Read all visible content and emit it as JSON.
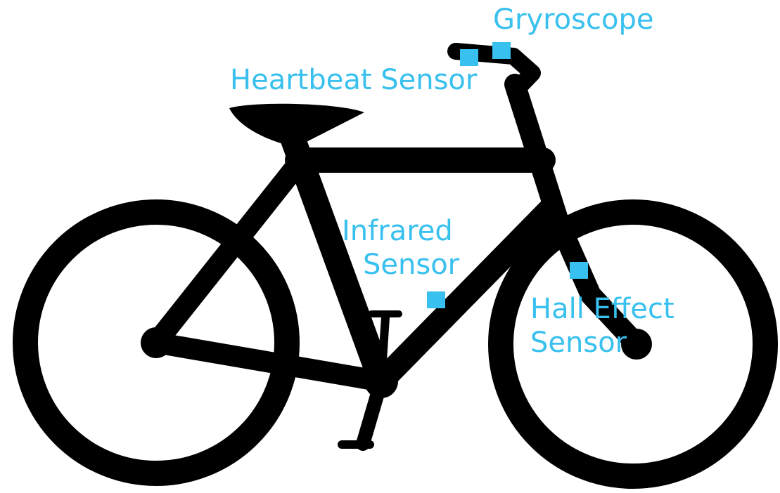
{
  "labels": {
    "gyroscope": "Gryroscope",
    "heartbeat": "Heartbeat Sensor",
    "infrared_line1": "Infrared",
    "infrared_line2": "Sensor",
    "hall_line1": "Hall Effect",
    "hall_line2": "Sensor"
  },
  "colors": {
    "accent": "#38c0ee",
    "bike": "#000000",
    "background": "#ffffff"
  }
}
